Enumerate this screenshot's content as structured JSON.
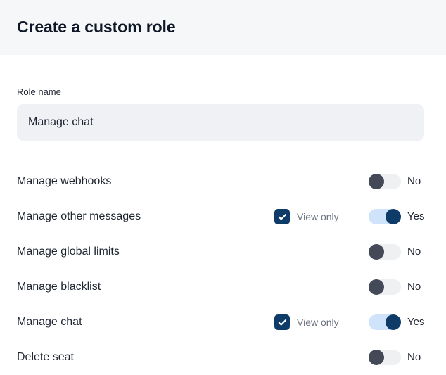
{
  "header": {
    "title": "Create a custom role",
    "background_color": "#f6f7f9"
  },
  "form": {
    "role_name_label": "Role name",
    "role_name_value": "Manage chat",
    "role_name_placeholder": "Role name"
  },
  "labels": {
    "view_only": "View only",
    "yes": "Yes",
    "no": "No"
  },
  "colors": {
    "toggle_on_track": "#cfe3fb",
    "toggle_on_knob": "#0f3b68",
    "toggle_off_track": "#eff0f2",
    "toggle_off_knob": "#434956",
    "checkbox_fill": "#0f3b68",
    "input_fill": "#eff1f4",
    "text_primary": "#1d2430",
    "text_muted": "#6b7280"
  },
  "permissions": [
    {
      "label": "Manage webhooks",
      "has_view_only": false,
      "view_only_label": "View only",
      "view_only_checked": false,
      "enabled": false,
      "state_label": "No"
    },
    {
      "label": "Manage other messages",
      "has_view_only": true,
      "view_only_label": "View only",
      "view_only_checked": true,
      "enabled": true,
      "state_label": "Yes"
    },
    {
      "label": "Manage global limits",
      "has_view_only": false,
      "view_only_label": "View only",
      "view_only_checked": false,
      "enabled": false,
      "state_label": "No"
    },
    {
      "label": "Manage blacklist",
      "has_view_only": false,
      "view_only_label": "View only",
      "view_only_checked": false,
      "enabled": false,
      "state_label": "No"
    },
    {
      "label": "Manage chat",
      "has_view_only": true,
      "view_only_label": "View only",
      "view_only_checked": true,
      "enabled": true,
      "state_label": "Yes"
    },
    {
      "label": "Delete seat",
      "has_view_only": false,
      "view_only_label": "View only",
      "view_only_checked": false,
      "enabled": false,
      "state_label": "No"
    }
  ]
}
